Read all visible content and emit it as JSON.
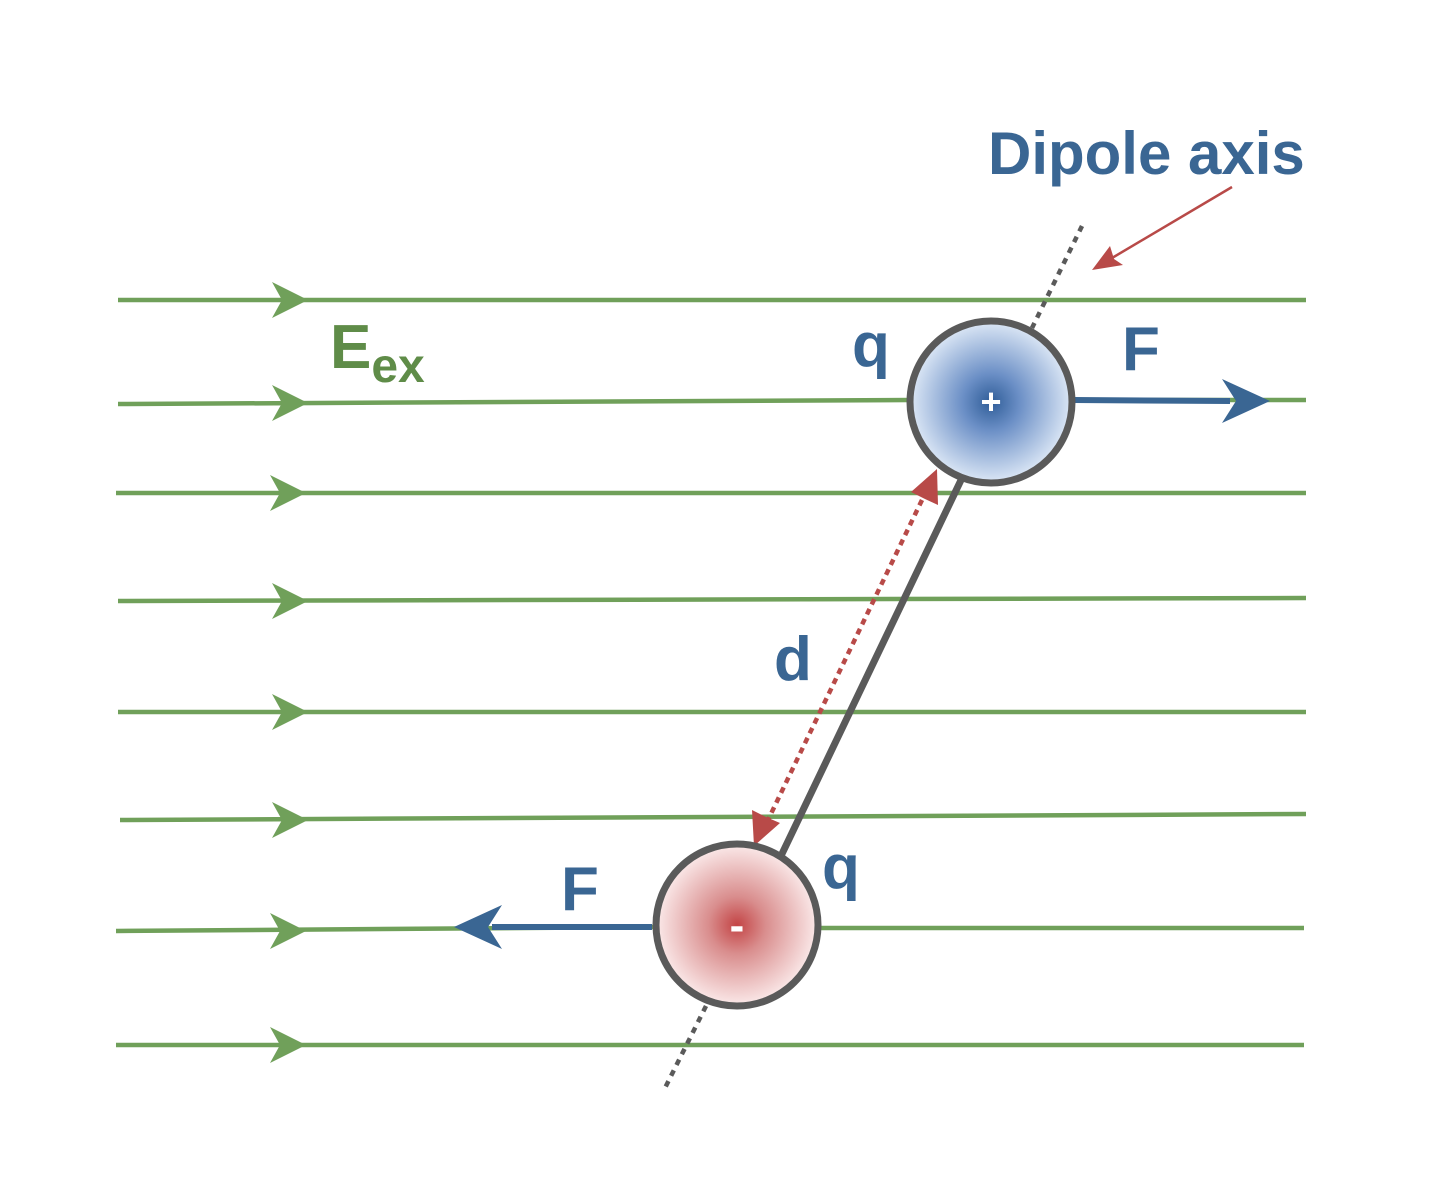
{
  "labels": {
    "dipole_axis": "Dipole axis",
    "field_main": "E",
    "field_sub": "ex",
    "charge_top": "q",
    "charge_bottom": "q",
    "force_top": "F",
    "force_bottom": "F",
    "distance": "d",
    "plus_sign": "+",
    "minus_sign": "-"
  },
  "colors": {
    "field_lines": "#70a05a",
    "force_arrows": "#3a6693",
    "axis_pointer": "#b84a48",
    "rod": "#5a5a5a",
    "positive_charge": "#5a82b8",
    "negative_charge": "#c4585a",
    "label_blue": "#3a6693",
    "label_green": "#5f8c48"
  }
}
